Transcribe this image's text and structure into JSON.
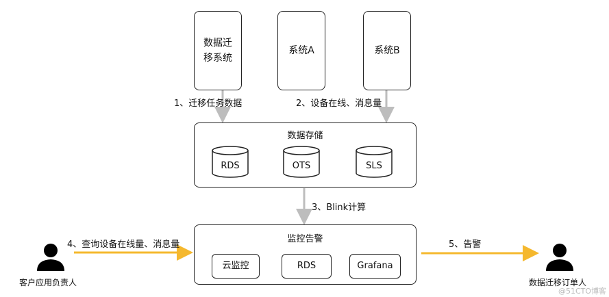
{
  "systems": [
    {
      "label": "数据迁\n移系统"
    },
    {
      "label": "系统A"
    },
    {
      "label": "系统B"
    }
  ],
  "arrows": {
    "step1": "1、迁移任务数据",
    "step2": "2、设备在线、消息量",
    "step3": "3、Blink计算",
    "step4": "4、查询设备在线量、消息量",
    "step5": "5、告警"
  },
  "storage": {
    "title": "数据存储",
    "dbs": [
      "RDS",
      "OTS",
      "SLS"
    ]
  },
  "monitor": {
    "title": "监控告警",
    "items": [
      "云监控",
      "RDS",
      "Grafana"
    ]
  },
  "actors": {
    "left": "客户应用负责人",
    "right": "数据迁移订单人"
  },
  "watermark": "@51CTO博客",
  "colors": {
    "gray_arrow": "#bdbdbd",
    "orange_arrow": "#f5b82e"
  }
}
